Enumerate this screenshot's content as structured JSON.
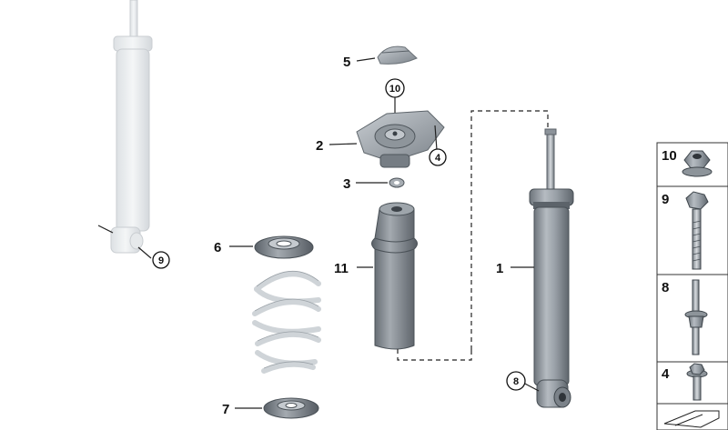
{
  "callouts": {
    "shock_ghost_label": "9",
    "top_mount_upper_label": "10",
    "top_mount_side_label": "4",
    "shock_lower_label": "8"
  },
  "leaders": {
    "cap": "5",
    "top_mount": "2",
    "washer": "3",
    "spring_upper_seat": "6",
    "bump_stop": "11",
    "lower_seat": "7",
    "shock": "1"
  },
  "sidebar": {
    "items": [
      {
        "label": "10",
        "icon": "flange-nut-icon"
      },
      {
        "label": "9",
        "icon": "hex-bolt-icon"
      },
      {
        "label": "8",
        "icon": "stud-bolt-icon"
      },
      {
        "label": "4",
        "icon": "flange-bolt-icon"
      }
    ]
  }
}
